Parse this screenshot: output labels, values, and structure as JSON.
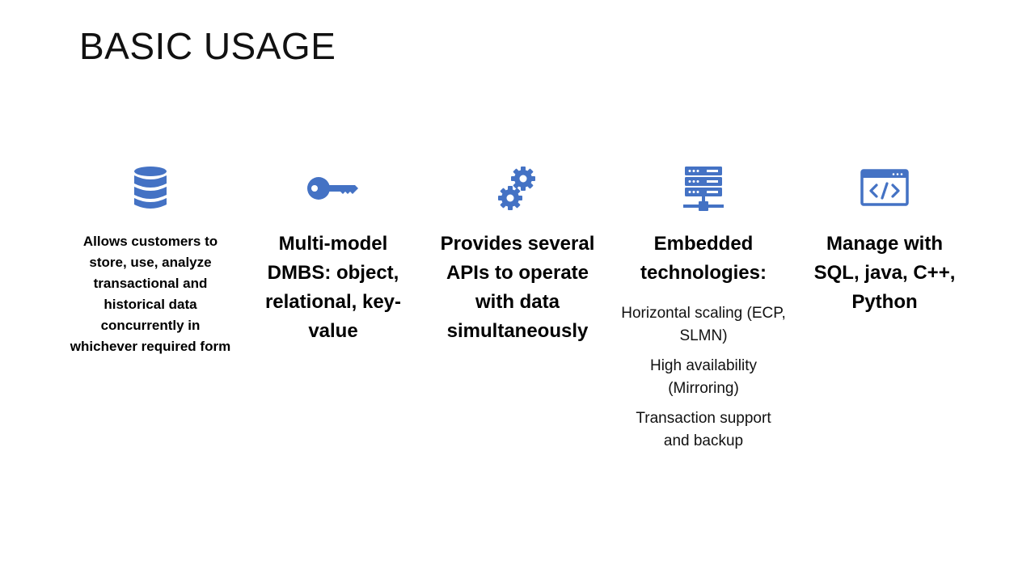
{
  "slide": {
    "title": "BASIC USAGE",
    "accent_color": "#4472C4",
    "columns": [
      {
        "icon": "database-icon",
        "heading": "Allows customers to store, use, analyze transactional and historical data concurrently in whichever required form"
      },
      {
        "icon": "key-icon",
        "heading": "Multi-model DMBS: object, relational, key-value"
      },
      {
        "icon": "gears-icon",
        "heading": "Provides several APIs to operate with data simultaneously"
      },
      {
        "icon": "server-icon",
        "heading": "Embedded technologies:",
        "items": [
          "Horizontal scaling (ECP, SLMN)",
          "High availability (Mirroring)",
          "Transaction support and backup"
        ]
      },
      {
        "icon": "code-window-icon",
        "heading": "Manage with SQL, java, C++, Python"
      }
    ]
  }
}
